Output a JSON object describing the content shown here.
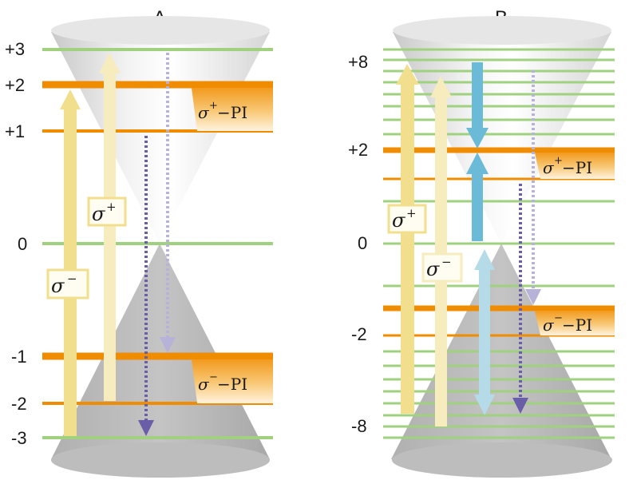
{
  "panels": [
    {
      "title": "A",
      "level_labels": [
        "+3",
        "+2",
        "+1",
        "0",
        "-1",
        "-2",
        "-3"
      ],
      "boxes": {
        "sigma_plus": {
          "sym": "σ",
          "sup": "+"
        },
        "sigma_minus": {
          "sym": "σ",
          "sup": "−"
        },
        "pi_plus": {
          "sym": "σ",
          "sup": "+",
          "rest": "−PI"
        },
        "pi_minus": {
          "sym": "σ",
          "sup": "−",
          "rest": "−PI"
        }
      }
    },
    {
      "title": "B",
      "level_labels": [
        "+8",
        "+2",
        "0",
        "-2",
        "-8"
      ],
      "boxes": {
        "sigma_plus": {
          "sym": "σ",
          "sup": "+"
        },
        "sigma_minus": {
          "sym": "σ",
          "sup": "−"
        },
        "pi_plus": {
          "sym": "σ",
          "sup": "+",
          "rest": "−PI"
        },
        "pi_minus": {
          "sym": "σ",
          "sup": "−",
          "rest": "−PI"
        }
      }
    }
  ],
  "colors": {
    "green_level": "#9fd17f",
    "orange_level": "#f08c00",
    "yellow_arrow": "#f4e08a",
    "purple_arrow": "#6a5ea8",
    "blue_arrow": "#6bbad8"
  }
}
